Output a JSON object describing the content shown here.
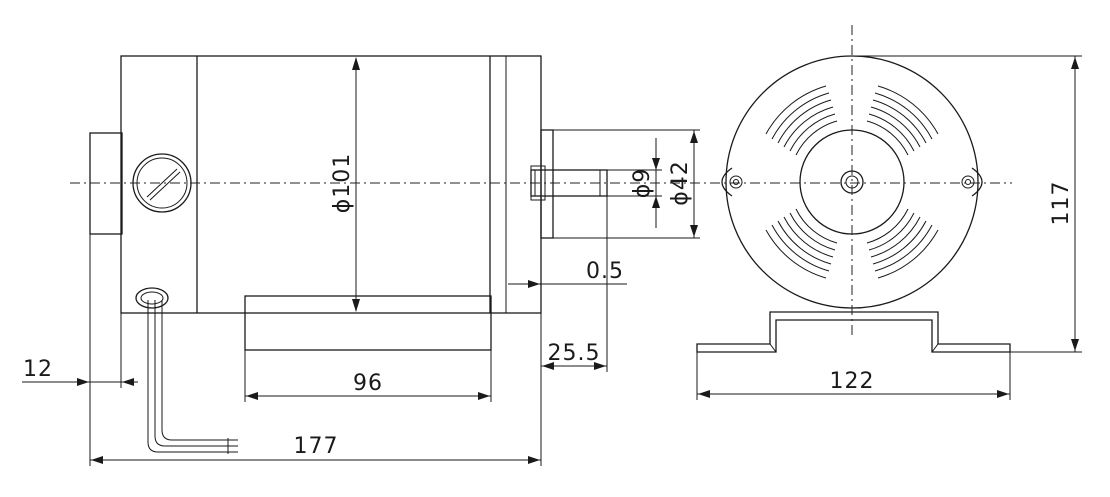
{
  "dimensions": {
    "diameter_body": "ϕ101",
    "diameter_shaft": "ϕ9",
    "diameter_flange": "ϕ42",
    "gap": "0.5",
    "shaft_length": "25.5",
    "length_base": "96",
    "total_length": "177",
    "cover_thickness": "12",
    "width_foot": "122",
    "height": "117"
  },
  "colors": {
    "line": "#1a1a1a",
    "background": "#ffffff"
  }
}
